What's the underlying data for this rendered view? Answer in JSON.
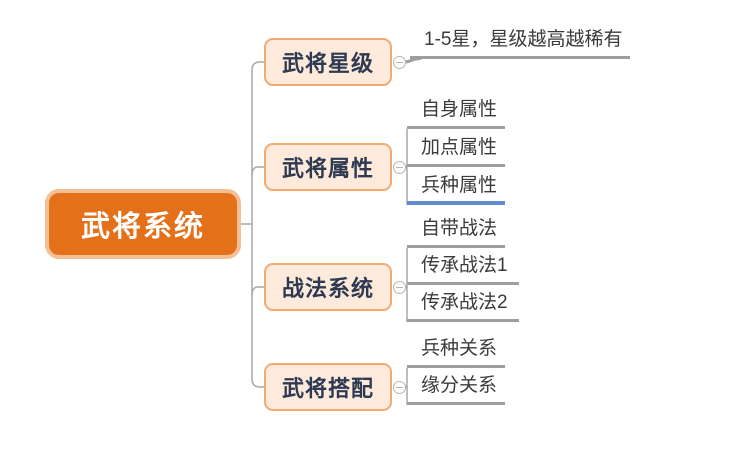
{
  "root": {
    "label": "武将系统"
  },
  "branches": [
    {
      "label": "武将星级",
      "children": [
        {
          "label": "1-5星，星级越高越稀有",
          "underline": "gray"
        }
      ]
    },
    {
      "label": "武将属性",
      "children": [
        {
          "label": "自身属性",
          "underline": "gray"
        },
        {
          "label": "加点属性",
          "underline": "gray"
        },
        {
          "label": "兵种属性",
          "underline": "blue"
        }
      ]
    },
    {
      "label": "战法系统",
      "children": [
        {
          "label": "自带战法",
          "underline": "gray"
        },
        {
          "label": "传承战法1",
          "underline": "gray"
        },
        {
          "label": "传承战法2",
          "underline": "gray"
        }
      ]
    },
    {
      "label": "武将搭配",
      "children": [
        {
          "label": "兵种关系",
          "underline": "gray"
        },
        {
          "label": "缘分关系",
          "underline": "gray"
        }
      ]
    }
  ],
  "colors": {
    "root_fill": "#e4701a",
    "root_border": "#f4c093",
    "root_text": "#ffffff",
    "branch_fill": "#fdeada",
    "branch_border": "#f0aa72",
    "branch_text": "#2e3a52",
    "leaf_text": "#3b3b3b",
    "leaf_underline": "#9e9e9e",
    "highlight_underline": "#5e8dc9",
    "connector": "#a8a8a8"
  }
}
